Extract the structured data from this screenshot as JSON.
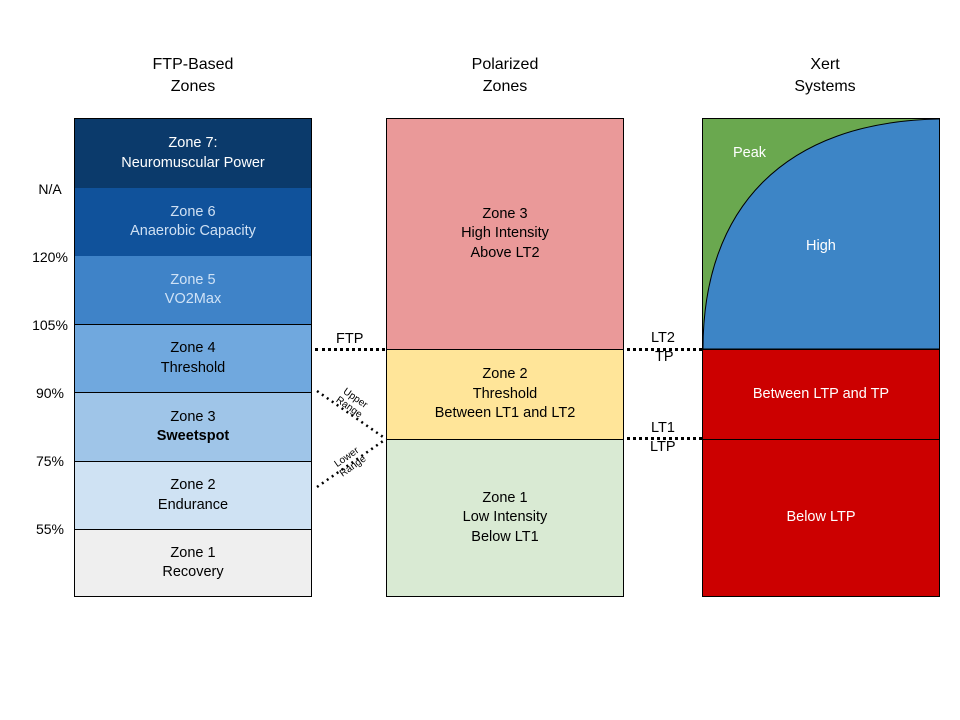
{
  "ftp_title": [
    "FTP-Based",
    "Zones"
  ],
  "polarized_title": [
    "Polarized",
    "Zones"
  ],
  "xert_title": [
    "Xert",
    "Systems"
  ],
  "ftp_zones": [
    {
      "lines": [
        "Zone 7:",
        "Neuromuscular Power"
      ],
      "color": "#0b3a6b",
      "text_color": "#ffffff"
    },
    {
      "lines": [
        "Zone 6",
        "Anaerobic Capacity"
      ],
      "color": "#10529b",
      "text_color": "#cfe0f3"
    },
    {
      "lines": [
        "Zone 5",
        "VO2Max"
      ],
      "color": "#3f83c8",
      "text_color": "#cfe2f6"
    },
    {
      "lines": [
        "Zone 4",
        "Threshold"
      ],
      "color": "#70a8de",
      "text_color": "#000000"
    },
    {
      "lines": [
        "Zone 3",
        "Sweetspot"
      ],
      "color": "#9fc5e8",
      "text_color": "#000000"
    },
    {
      "lines": [
        "Zone 2",
        "Endurance"
      ],
      "color": "#cfe2f3",
      "text_color": "#000000"
    },
    {
      "lines": [
        "Zone 1",
        "Recovery"
      ],
      "color": "#efefef",
      "text_color": "#000000"
    }
  ],
  "ftp_percentages": [
    "N/A",
    "120%",
    "105%",
    "90%",
    "75%",
    "55%"
  ],
  "polarized_zones": [
    {
      "lines": [
        "Zone 3",
        "High Intensity",
        "Above LT2"
      ],
      "color": "#ea9999"
    },
    {
      "lines": [
        "Zone 2",
        "Threshold",
        "Between LT1 and LT2"
      ],
      "color": "#ffe599"
    },
    {
      "lines": [
        "Zone 1",
        "Low Intensity",
        "Below LT1"
      ],
      "color": "#d9ead3"
    }
  ],
  "xert_systems": {
    "peak_label": "Peak",
    "high_label": "High",
    "between_label": "Between LTP and TP",
    "below_label": "Below LTP",
    "peak_color": "#6aa84f",
    "high_color": "#3d85c6",
    "red_color": "#cc0000"
  },
  "markers": {
    "ftp": "FTP",
    "upper_range": [
      "Upper",
      "Range"
    ],
    "lower_range": [
      "Lower",
      "Range"
    ],
    "lt2": "LT2",
    "tp": "TP",
    "lt1": "LT1",
    "ltp": "LTP"
  }
}
